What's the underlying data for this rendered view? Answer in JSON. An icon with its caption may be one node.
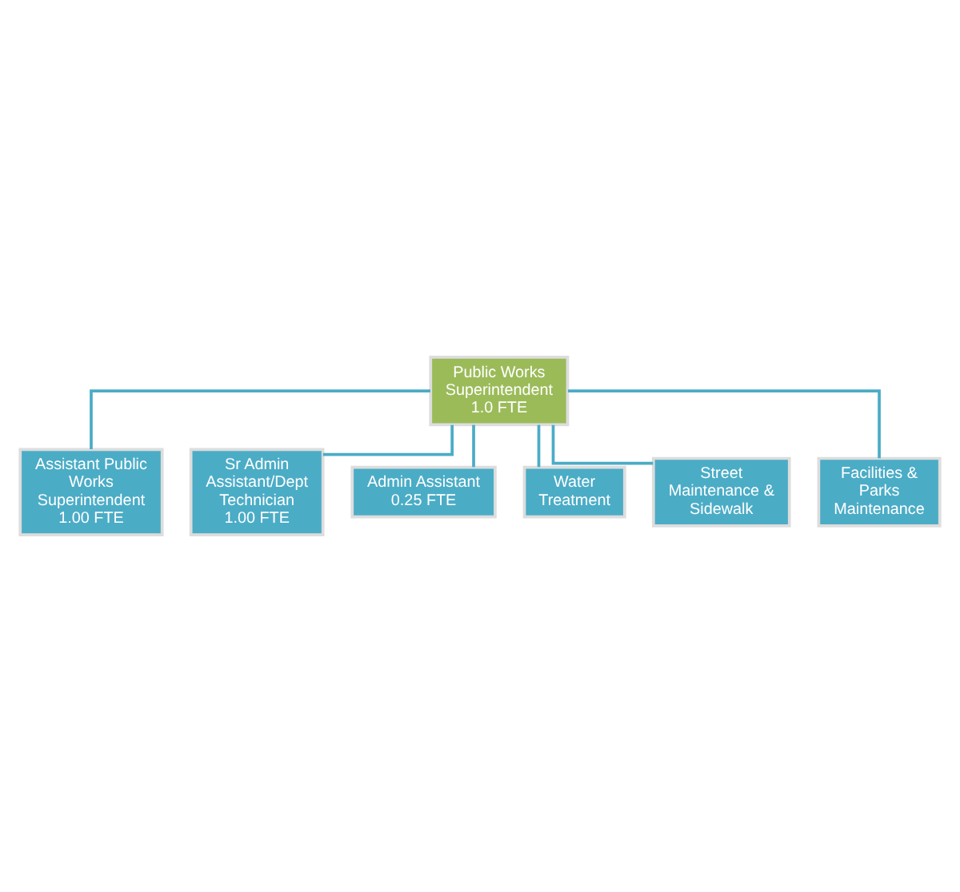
{
  "diagram": {
    "nodes": [
      {
        "text": [
          "Public Works Superintendent",
          "1.0 FTE"
        ]
      },
      {
        "text": [
          "Assistant Public Works Superintendent",
          "1.00 FTE"
        ]
      },
      {
        "text": [
          "Sr Admin Assistant/Dept Technician",
          "1.00 FTE"
        ]
      },
      {
        "text": [
          "Admin Assistant",
          "0.25 FTE"
        ]
      },
      {
        "text": [
          "Water Treatment"
        ]
      },
      {
        "text": [
          "Street Maintenance & Sidewalk"
        ]
      },
      {
        "text": [
          "Facilities & Parks Maintenance"
        ]
      }
    ],
    "edges": [
      {
        "from": 0,
        "to": 1,
        "arrow": "none"
      },
      {
        "from": 0,
        "to": 2,
        "arrow": "none"
      },
      {
        "from": 0,
        "to": 3,
        "arrow": "none"
      },
      {
        "from": 0,
        "to": 4,
        "arrow": "none"
      },
      {
        "from": 0,
        "to": 5,
        "arrow": "none"
      },
      {
        "from": 0,
        "to": 6,
        "arrow": "none"
      }
    ]
  }
}
